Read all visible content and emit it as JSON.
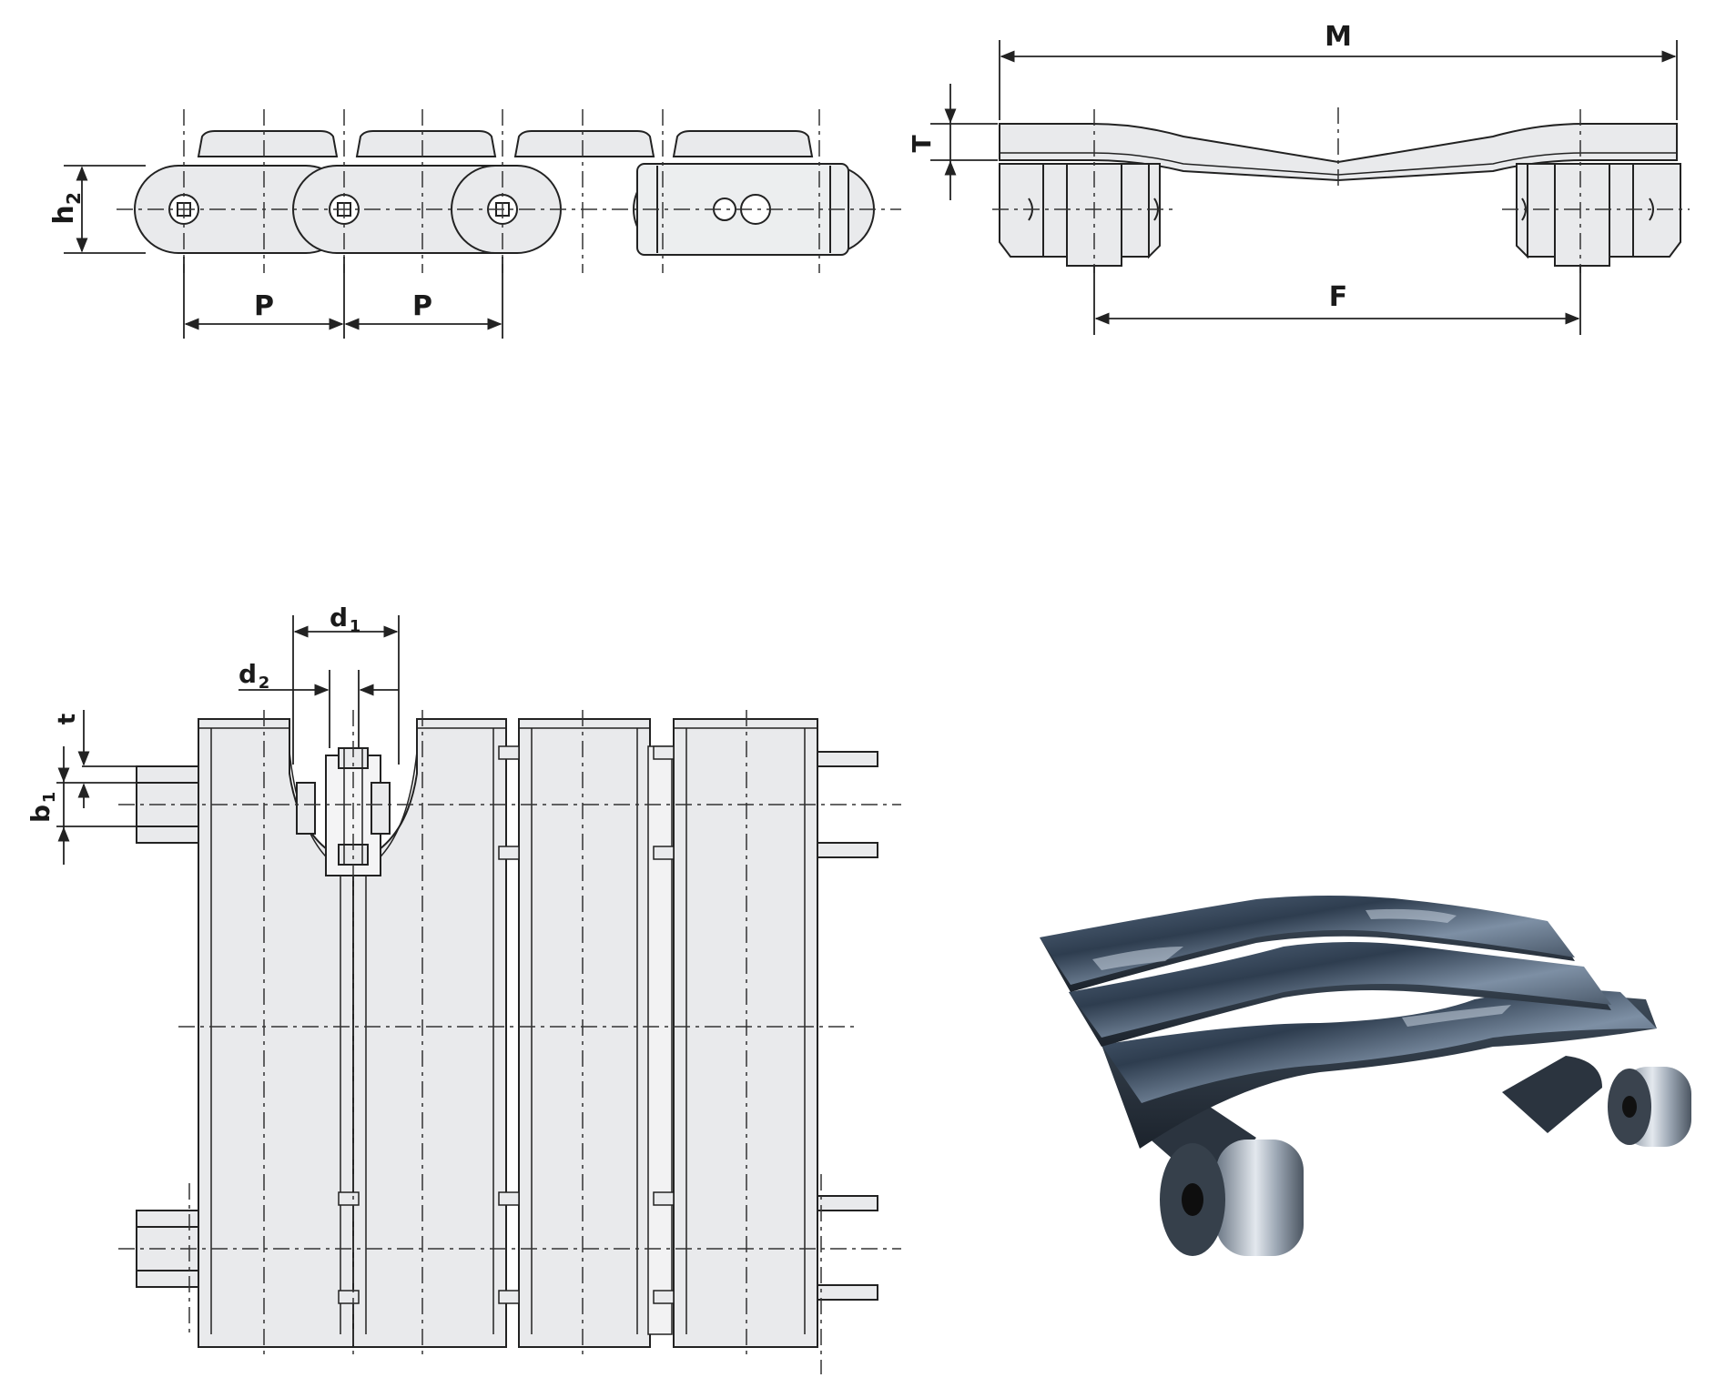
{
  "side_view": {
    "labels": {
      "pitch_1": "P",
      "pitch_2": "P",
      "height": "h",
      "height_sub": "2"
    }
  },
  "end_view": {
    "labels": {
      "overall_width": "M",
      "slat_thickness": "T",
      "rail_center_distance": "F"
    }
  },
  "plan_view": {
    "labels": {
      "bush_outer_dia": "d",
      "bush_outer_sub": "1",
      "pin_dia": "d",
      "pin_sub": "2",
      "plate_thickness": "t",
      "inner_width": "b",
      "inner_width_sub": "1"
    }
  },
  "colors": {
    "line": "#222222",
    "part_fill": "#e9eaec",
    "centerline": "#333333",
    "steel_dark": "#3a4a5c",
    "steel_light": "#aab7c6"
  }
}
